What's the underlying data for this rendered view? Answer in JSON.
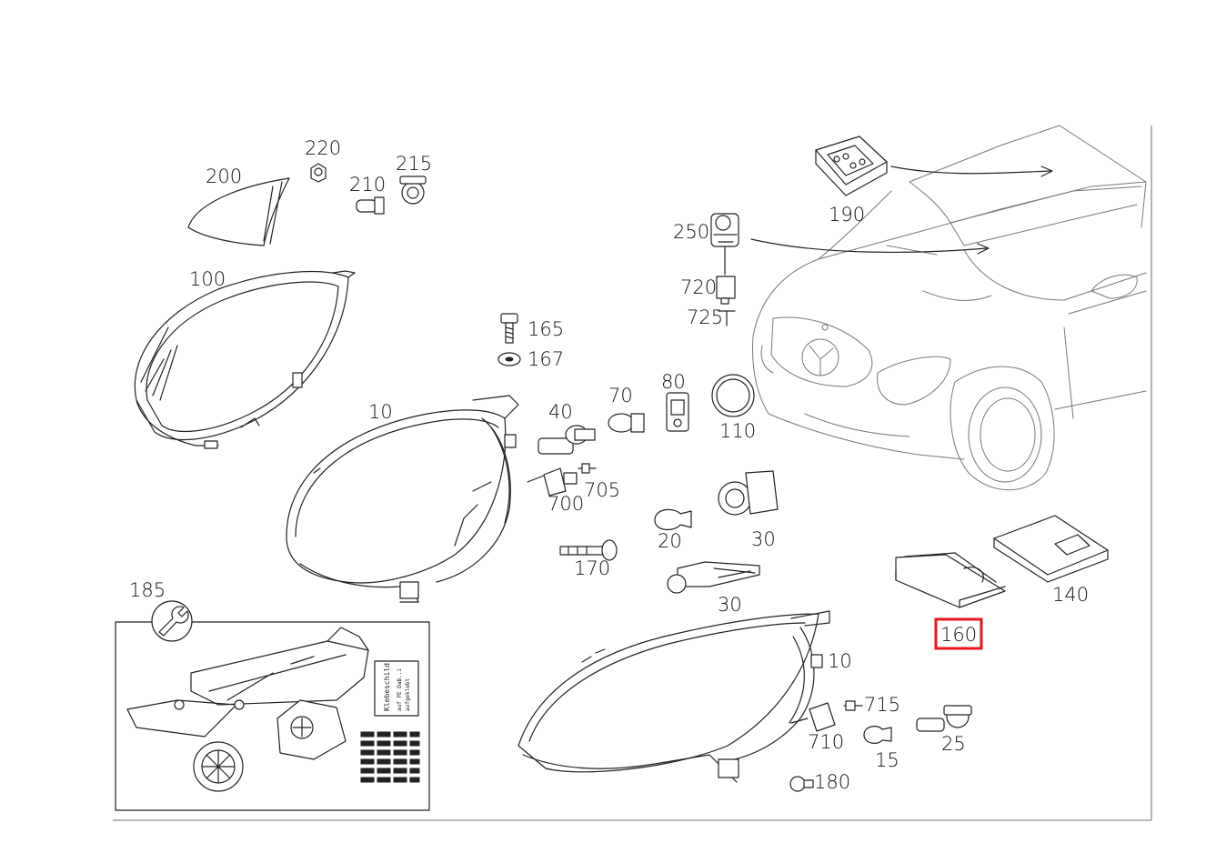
{
  "diagram": {
    "highlight_color": "#e8141c",
    "highlighted_part": "160",
    "parts": [
      {
        "key": "p200",
        "label": "200"
      },
      {
        "key": "p220",
        "label": "220"
      },
      {
        "key": "p210",
        "label": "210"
      },
      {
        "key": "p215",
        "label": "215"
      },
      {
        "key": "p100",
        "label": "100"
      },
      {
        "key": "p10a",
        "label": "10"
      },
      {
        "key": "p165",
        "label": "165"
      },
      {
        "key": "p167",
        "label": "167"
      },
      {
        "key": "p40",
        "label": "40"
      },
      {
        "key": "p70",
        "label": "70"
      },
      {
        "key": "p80",
        "label": "80"
      },
      {
        "key": "p110",
        "label": "110"
      },
      {
        "key": "p700",
        "label": "700"
      },
      {
        "key": "p705",
        "label": "705"
      },
      {
        "key": "p20",
        "label": "20"
      },
      {
        "key": "p30a",
        "label": "30"
      },
      {
        "key": "p170",
        "label": "170"
      },
      {
        "key": "p30b",
        "label": "30"
      },
      {
        "key": "p250",
        "label": "250"
      },
      {
        "key": "p720",
        "label": "720"
      },
      {
        "key": "p725",
        "label": "725"
      },
      {
        "key": "p190",
        "label": "190"
      },
      {
        "key": "p140",
        "label": "140"
      },
      {
        "key": "p160",
        "label": "160"
      },
      {
        "key": "p185",
        "label": "185"
      },
      {
        "key": "p10b",
        "label": "10"
      },
      {
        "key": "p715",
        "label": "715"
      },
      {
        "key": "p710",
        "label": "710"
      },
      {
        "key": "p15",
        "label": "15"
      },
      {
        "key": "p25",
        "label": "25"
      },
      {
        "key": "p180",
        "label": "180"
      }
    ],
    "kit_box": {
      "sign_title": "Klebeschild",
      "sign_line1": "auf PE DaB..i",
      "sign_line2": "aufgeklebt"
    }
  }
}
